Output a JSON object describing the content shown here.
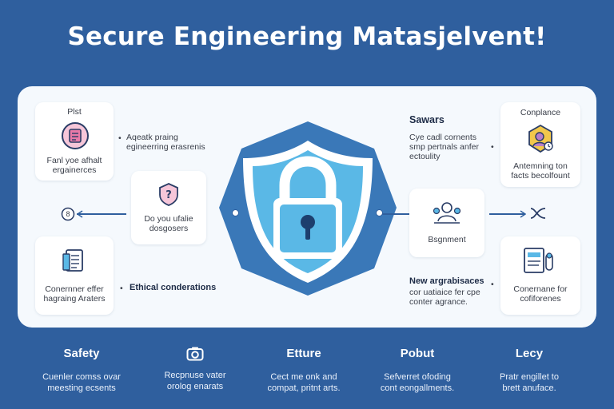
{
  "title": "Secure Engineering Matasjelvent!",
  "left": {
    "top_card": {
      "heading": "Plst",
      "text_line1": "Fanl yoe afhalt",
      "text_line2": "ergainerces"
    },
    "top_note": {
      "line1": "Aqeatk praing",
      "line2": "egineerring erasrenis"
    },
    "middle_card": {
      "line1": "Do you ufalie",
      "line2": "dosgosers"
    },
    "middle_icon_label": "8",
    "bottom_card": {
      "line1": "Conernner effer",
      "line2": "hagraing Araters"
    },
    "bottom_note": "Ethical conderations"
  },
  "right": {
    "top_heading": "Sawars",
    "top_text": {
      "line1": "Cye cadl cornents",
      "line2": "smp pertnals anfer",
      "line3": "ectoulity"
    },
    "compliance_card": {
      "heading": "Conplance",
      "line1": "Antemning ton",
      "line2": "facts becolfount"
    },
    "middle_card": {
      "label": "Bsgnment"
    },
    "bottom_heading": "New argrabisaces",
    "bottom_text": {
      "line1": "cor uatiaice fer cpe",
      "line2": "conter agrance."
    },
    "bottom_card": {
      "line1": "Conernane for",
      "line2": "cofiforenes"
    }
  },
  "footer": [
    {
      "title": "Safety",
      "line1": "Cuenler comss ovar",
      "line2": "meesting ecsents",
      "icon": "none"
    },
    {
      "title": "",
      "line1": "Recpnuse vater",
      "line2": "orolog enarats",
      "icon": "camera-icon"
    },
    {
      "title": "Etture",
      "line1": "Cect me onk and",
      "line2": "compat, pritnt arts.",
      "icon": "none"
    },
    {
      "title": "Pobut",
      "line1": "Sefverret ofoding",
      "line2": "cont eongallments.",
      "icon": "none"
    },
    {
      "title": "Lecy",
      "line1": "Pratr engillet to",
      "line2": "brett anuface.",
      "icon": "none"
    }
  ],
  "colors": {
    "background": "#2f5f9e",
    "panel": "#f5f9fd",
    "shield_outer": "#3a78b8",
    "shield_inner": "#5ab8e6",
    "accent_pink": "#e87aa8",
    "accent_yellow": "#f2c84b"
  }
}
